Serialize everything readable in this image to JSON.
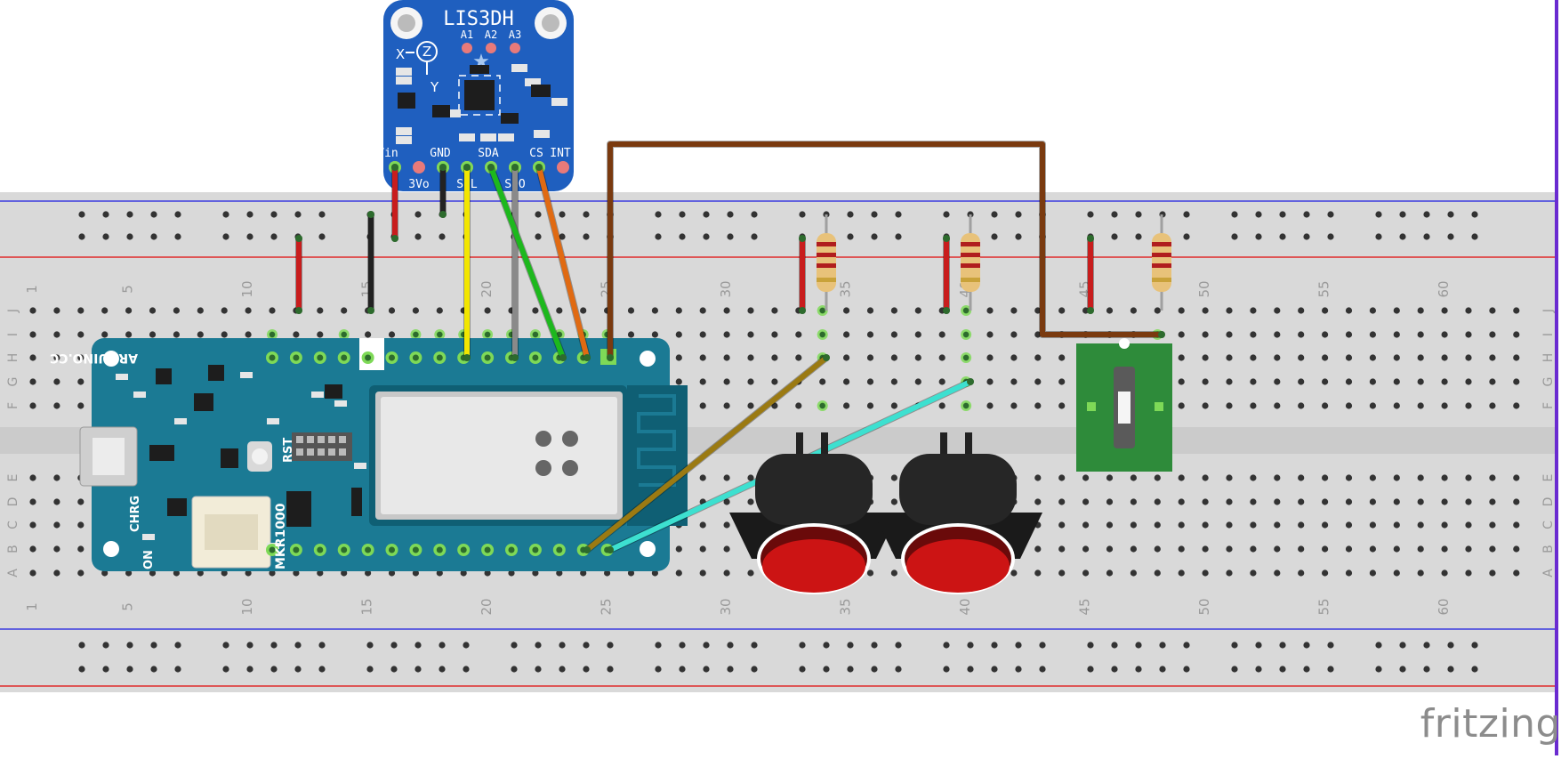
{
  "watermark": "fritzing",
  "breadboard": {
    "column_labels": [
      "1",
      "5",
      "10",
      "15",
      "20",
      "25",
      "30",
      "35",
      "40",
      "45",
      "50",
      "55",
      "60"
    ],
    "row_labels_top": [
      "J",
      "I",
      "H",
      "G",
      "F"
    ],
    "row_labels_bottom": [
      "E",
      "D",
      "C",
      "B",
      "A"
    ]
  },
  "accelerometer": {
    "title": "LIS3DH",
    "addr_pins": [
      "A1",
      "A2",
      "A3"
    ],
    "axis_x": "X",
    "axis_y": "Y",
    "axis_z": "Z",
    "pin_labels": [
      "Vin",
      "GND",
      "SDA",
      "CS",
      "INT"
    ],
    "pin_labels_low": [
      "3Vo",
      "SCL",
      "SDO"
    ]
  },
  "board": {
    "brand": "ARDUINO.CC",
    "model": "MKR1000",
    "reset_label": "RST",
    "charge_label": "CHRG",
    "on_label": "ON"
  },
  "colors": {
    "breadboard": "#d9d9d9",
    "board": "#1b7a94",
    "accelerometer": "#1f5fbf",
    "wifi_module": "#e8e8e8",
    "wire_red": "#c81d1d",
    "wire_black": "#222222",
    "wire_yellow": "#f2e600",
    "wire_gray": "#8a8a8a",
    "wire_green": "#1db81d",
    "wire_orange": "#e06a12",
    "wire_brown": "#7a3a0f",
    "wire_olive": "#9b7a12",
    "wire_cyan": "#3de0d0",
    "button_cap": "#cc1414",
    "switch_board": "#2e8b3a"
  }
}
